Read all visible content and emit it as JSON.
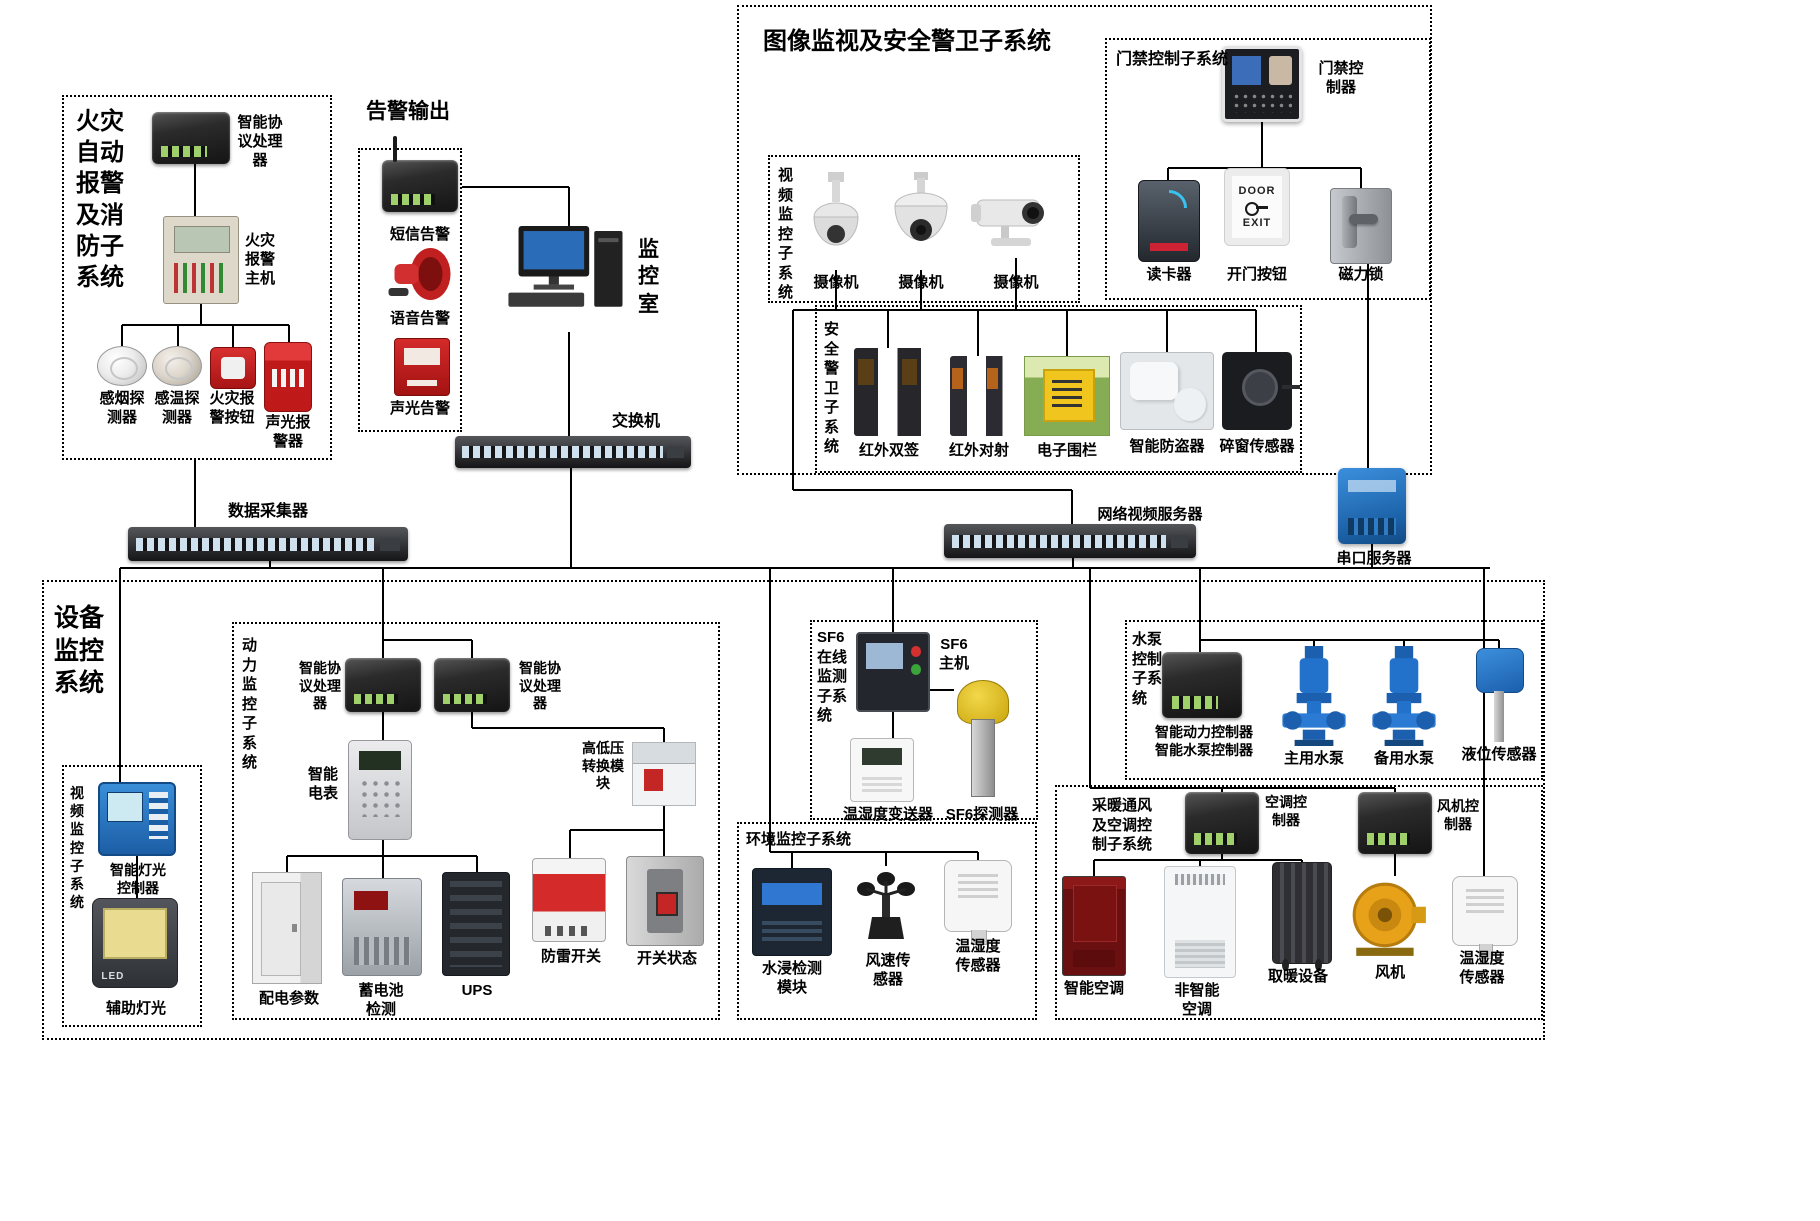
{
  "titles": {
    "fire_system": "火灾自动报警及消防子系统",
    "alert_output": "告警输出",
    "monitor_room": "监控室",
    "image_security_system": "图像监视及安全警卫子系统",
    "access_subsystem": "门禁控制子系统",
    "video_subsystem": "视频监控子系统",
    "security_subsystem": "安全警卫子系统",
    "equipment_system": "设备监控系统",
    "left_video_subsystem": "视频监控子系统",
    "power_subsystem": "动力监控子系统",
    "sf6_subsystem": "SF6在线监测子系统",
    "env_subsystem": "环境监控子系统",
    "pump_subsystem": "水泵控制子系统",
    "hvac_subsystem": "采暖通风及空调控制子系统"
  },
  "labels": {
    "protocol_processor": "智能协议处理器",
    "fire_alarm_host": "火灾报警主机",
    "smoke_detector": "感烟探测器",
    "temp_detector": "感温探测器",
    "fire_alarm_button": "火灾报警按钮",
    "sound_light_alarm": "声光报警器",
    "sms_alert": "短信告警",
    "voice_alert": "语音告警",
    "sound_light_alert": "声光告警",
    "network_switch": "交换机",
    "data_collector": "数据采集器",
    "access_controller": "门禁控制器",
    "card_reader": "读卡器",
    "door_button": "开门按钮",
    "magnetic_lock": "磁力锁",
    "camera": "摄像机",
    "ir_dual": "红外双签",
    "ir_beam": "红外对射",
    "electric_fence": "电子围栏",
    "smart_antitheft": "智能防盗器",
    "window_break_sensor": "碎窗传感器",
    "network_video_server": "网络视频服务器",
    "serial_server": "串口服务器",
    "smart_light_controller": "智能灯光控制器",
    "aux_light": "辅助灯光",
    "smart_meter": "智能电表",
    "hv_lv_module": "高低压转换模块",
    "power_distribution_params": "配电参数",
    "battery_check": "蓄电池检测",
    "ups": "UPS",
    "lightning_switch": "防雷开关",
    "switch_status": "开关状态",
    "sf6_host": "SF6主机",
    "th_transmitter": "温湿度变送器",
    "sf6_detector": "SF6探测器",
    "water_leak_module": "水浸检测模块",
    "wind_speed_sensor": "风速传感器",
    "th_sensor": "温湿度传感器",
    "pump_controllers": "智能动力控制器\n智能水泵控制器",
    "main_pump": "主用水泵",
    "backup_pump": "备用水泵",
    "level_sensor": "液位传感器",
    "ac_controller": "空调控制器",
    "fan_controller": "风机控制器",
    "smart_ac": "智能空调",
    "non_smart_ac": "非智能空调",
    "heating_device": "取暖设备",
    "fan": "风机"
  },
  "device_text": {
    "door": "DOOR",
    "exit": "EXIT",
    "led": "LED"
  },
  "colors": {
    "line": "#000000",
    "alarm_red": "#c42222",
    "device_blue": "#2272cc",
    "panel_dark": "#222222"
  }
}
